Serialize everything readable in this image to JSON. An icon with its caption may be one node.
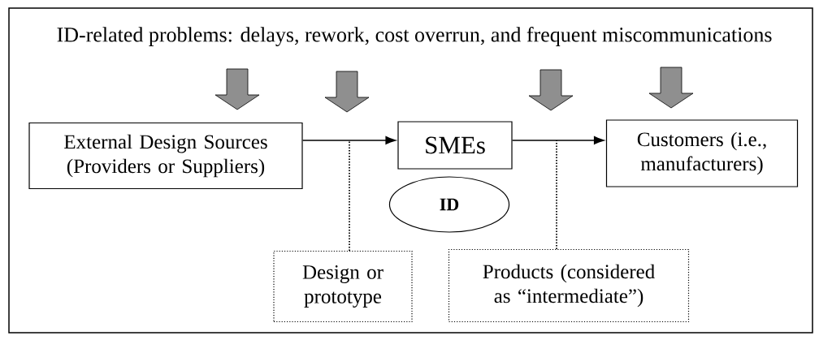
{
  "diagram": {
    "title": "ID-related problems: delays, rework, cost overrun, and frequent miscommunications",
    "nodes": [
      {
        "text": [
          "External Design Sources (Providers or Suppliers)"
        ]
      },
      {
        "text": [
          "SMEs"
        ]
      },
      {
        "text": [
          "Customers (i.e., manufacturers)"
        ]
      },
      {
        "text": [
          "ID"
        ]
      },
      {
        "text": [
          "Design or prototype"
        ]
      },
      {
        "text": [
          "Products (considered as “intermediate”)"
        ]
      }
    ],
    "edges": [
      {
        "from": 0,
        "to": 1,
        "arrow": "to"
      },
      {
        "from": 1,
        "to": 2,
        "arrow": "to"
      },
      {
        "from": 4,
        "to": null,
        "arrow": "none",
        "style": "dashed"
      },
      {
        "from": 5,
        "to": null,
        "arrow": "none",
        "style": "dashed"
      }
    ]
  }
}
